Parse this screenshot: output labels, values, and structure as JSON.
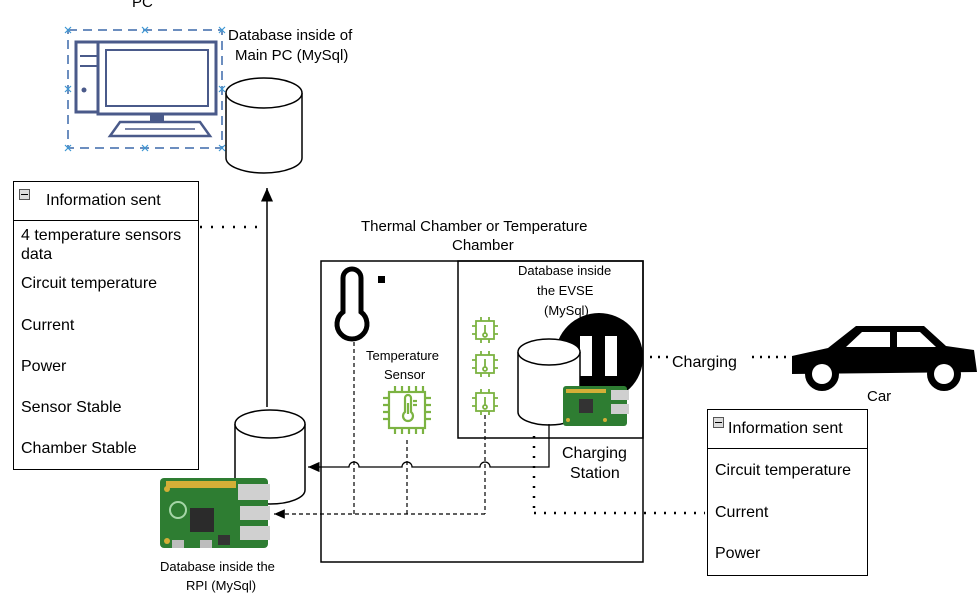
{
  "pc": {
    "label": "PC",
    "db_label_line1": "Database inside of",
    "db_label_line2": "Main PC (MySql)"
  },
  "rpi_panel": {
    "title": "Information sent",
    "items": [
      "4 temperature sensors",
      "data",
      "Circuit temperature",
      "Current",
      "Power",
      "Sensor Stable",
      "Chamber Stable"
    ]
  },
  "chamber": {
    "title_line1": "Thermal Chamber or Temperature",
    "title_line2": "Chamber",
    "sensor_line1": "Temperature",
    "sensor_line2": "Sensor",
    "evse_db_line1": "Database inside",
    "evse_db_line2": "the EVSE",
    "evse_db_line3": "(MySql)",
    "station_line1": "Charging",
    "station_line2": "Station"
  },
  "charging_label": "Charging",
  "car_label": "Car",
  "rpi_db_line1": "Database inside the",
  "rpi_db_line2": "RPI (MySql)",
  "car_panel": {
    "title": "Information sent",
    "items": [
      "Circuit temperature",
      "Current",
      "Power"
    ]
  },
  "colors": {
    "pc_outline": "#6c8ebf",
    "selection": "#3d97d4",
    "chip_green": "#7cb342",
    "board_green": "#2e7d32"
  }
}
